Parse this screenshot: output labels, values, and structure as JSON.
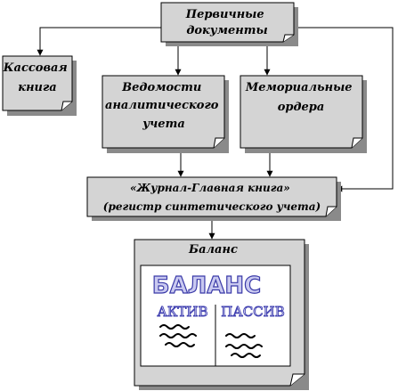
{
  "nodes": {
    "primary_docs": [
      "Первичные",
      "документы"
    ],
    "cash_book": [
      "Кассовая",
      "книга"
    ],
    "analytical": [
      "Ведомости",
      "аналитического",
      "учета"
    ],
    "memorial": [
      "Мемориальные",
      "ордера"
    ],
    "journal": [
      "«Журнал-Главная книга»",
      "(регистр синтетического учета)"
    ],
    "balance": {
      "label": "Баланс",
      "title": "БАЛАНС",
      "left": "АКТИВ",
      "right": "ПАССИВ"
    }
  },
  "colors": {
    "box_fill": "#d4d4d4",
    "shadow": "#8a8a8a",
    "page_fill": "#ffffff",
    "title_stroke": "#3a3aa8"
  }
}
